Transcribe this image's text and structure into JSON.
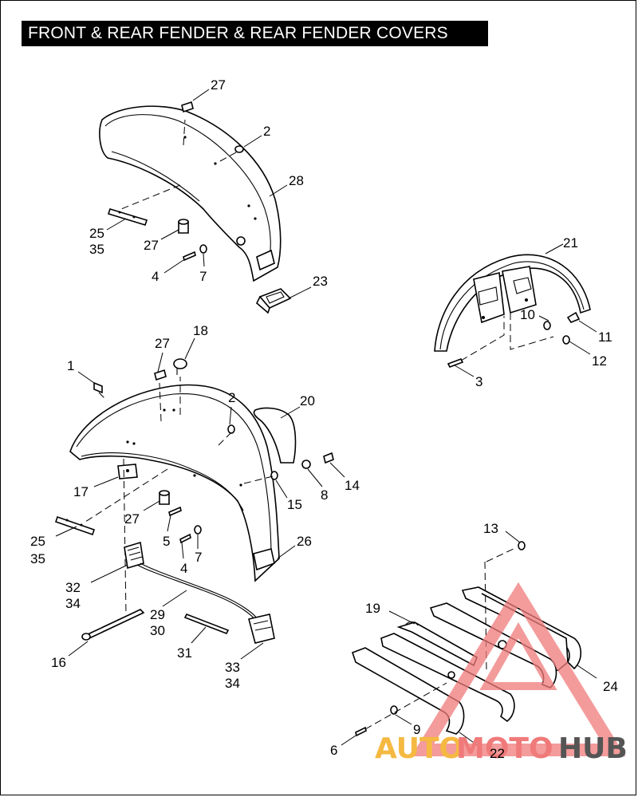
{
  "title": "FRONT & REAR FENDER & REAR FENDER COVERS",
  "callouts": {
    "c27a": "27",
    "c2a": "2",
    "c28": "28",
    "c25a": "25",
    "c35a": "35",
    "c27b": "27",
    "c4a": "4",
    "c7a": "7",
    "c23": "23",
    "c21": "21",
    "c10": "10",
    "c11": "11",
    "c12": "12",
    "c3": "3",
    "c18": "18",
    "c27c": "27",
    "c1": "1",
    "c2b": "2",
    "c20": "20",
    "c14": "14",
    "c8": "8",
    "c15": "15",
    "c17": "17",
    "c27d": "27",
    "c25b": "25",
    "c35b": "35",
    "c5": "5",
    "c4b": "4",
    "c7b": "7",
    "c26": "26",
    "c32": "32",
    "c34a": "34",
    "c29": "29",
    "c30": "30",
    "c31": "31",
    "c16": "16",
    "c33": "33",
    "c34b": "34",
    "c13": "13",
    "c19": "19",
    "c24": "24",
    "c9": "9",
    "c6": "6",
    "c22": "22"
  },
  "watermark": {
    "word_a": "AUTO",
    "word_b": "MOTO",
    "word_c": "HUB",
    "color_a": "#f5b942",
    "color_b": "#f07a7a",
    "color_c": "#555555"
  }
}
